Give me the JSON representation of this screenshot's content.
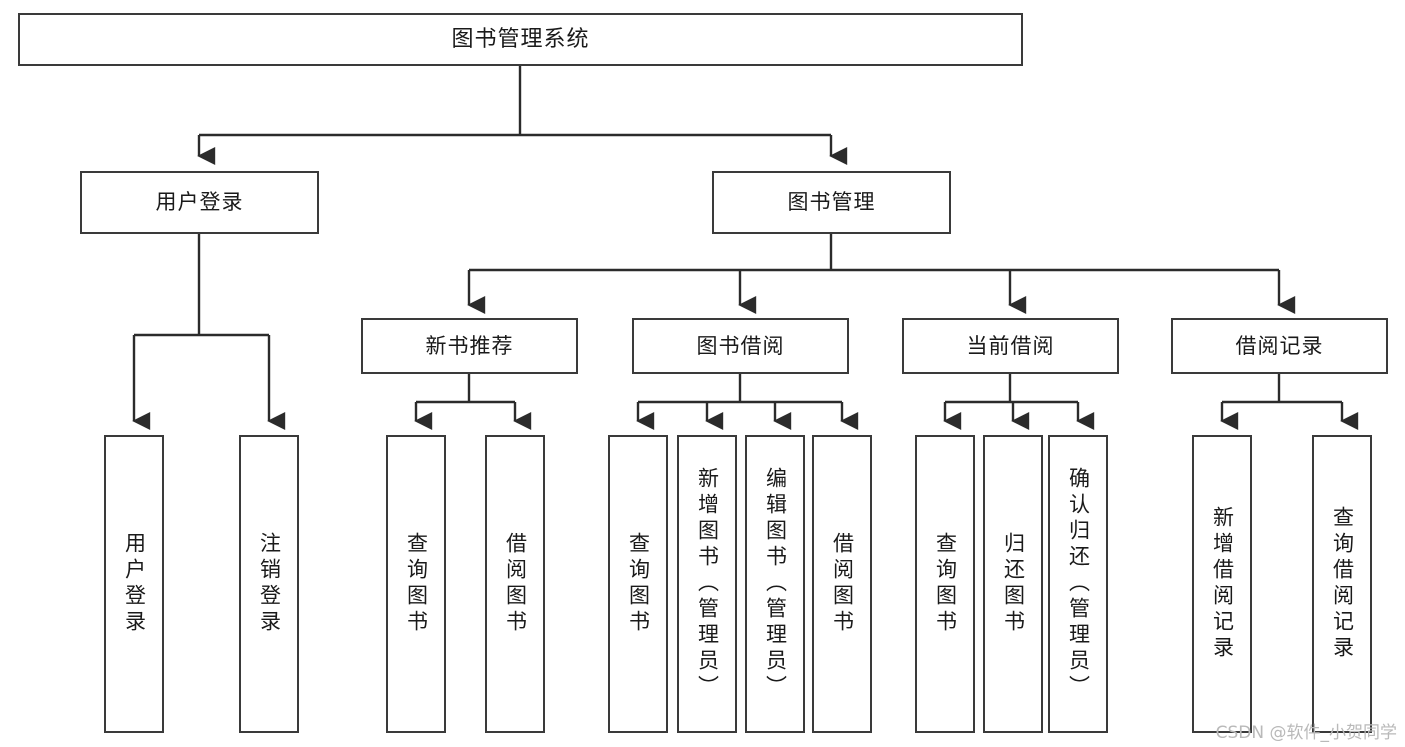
{
  "diagram": {
    "title": "图书管理系统",
    "type": "tree",
    "watermark": "CSDN @软件_小贺同学",
    "colors": {
      "box_border": "#3a3a3a",
      "box_fill": "#ffffff",
      "line": "#2b2b2b",
      "text": "#1a1a1a",
      "watermark": "#b9b9b9",
      "background": "#ffffff"
    },
    "root": {
      "label": "图书管理系统"
    },
    "level2": [
      {
        "label": "用户登录"
      },
      {
        "label": "图书管理"
      }
    ],
    "level3": [
      {
        "label": "新书推荐"
      },
      {
        "label": "图书借阅"
      },
      {
        "label": "当前借阅"
      },
      {
        "label": "借阅记录"
      }
    ],
    "leaves": {
      "user_login": [
        {
          "label": "用户登录"
        },
        {
          "label": "注销登录"
        }
      ],
      "new_book_recommend": [
        {
          "label": "查询图书"
        },
        {
          "label": "借阅图书"
        }
      ],
      "book_borrow": [
        {
          "label": "查询图书"
        },
        {
          "label": "新增图书（管理员）"
        },
        {
          "label": "编辑图书（管理员）"
        },
        {
          "label": "借阅图书"
        }
      ],
      "current_borrow": [
        {
          "label": "查询图书"
        },
        {
          "label": "归还图书"
        },
        {
          "label": "确认归还（管理员）"
        }
      ],
      "borrow_record": [
        {
          "label": "新增借阅记录"
        },
        {
          "label": "查询借阅记录"
        }
      ]
    }
  }
}
